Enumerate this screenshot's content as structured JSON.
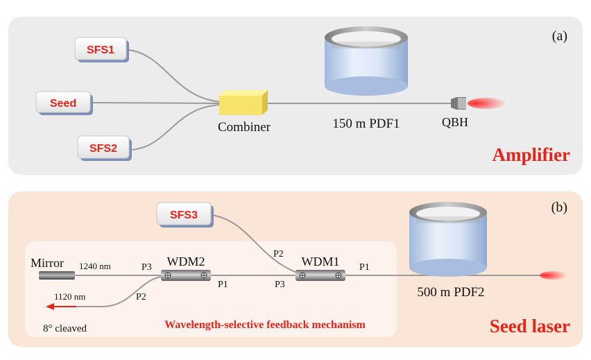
{
  "panel_a": {
    "label": "(a)",
    "title": "Amplifier",
    "sources": {
      "sfs1": "SFS1",
      "seed": "Seed",
      "sfs2": "SFS2"
    },
    "combiner": "Combiner",
    "fiber": "150 m PDF1",
    "output": "QBH"
  },
  "panel_b": {
    "label": "(b)",
    "title": "Seed laser",
    "source": "SFS3",
    "mirror": "Mirror",
    "wavelength_1240": "1240 nm",
    "wavelength_1120": "1120 nm",
    "cleaved": "8° cleaved",
    "wdm1": "WDM1",
    "wdm2": "WDM2",
    "ports": {
      "p1": "P1",
      "p2": "P2",
      "p3": "P3"
    },
    "fiber": "500 m PDF2",
    "feedback_label": "Wavelength-selective feedback mechanism"
  },
  "colors": {
    "panel_a_bg": "#ececec",
    "panel_b_bg": "#fae5d6",
    "accent_red": "#e8231a",
    "fiber": "#9a9a9a",
    "combiner": "#f7e36a"
  }
}
